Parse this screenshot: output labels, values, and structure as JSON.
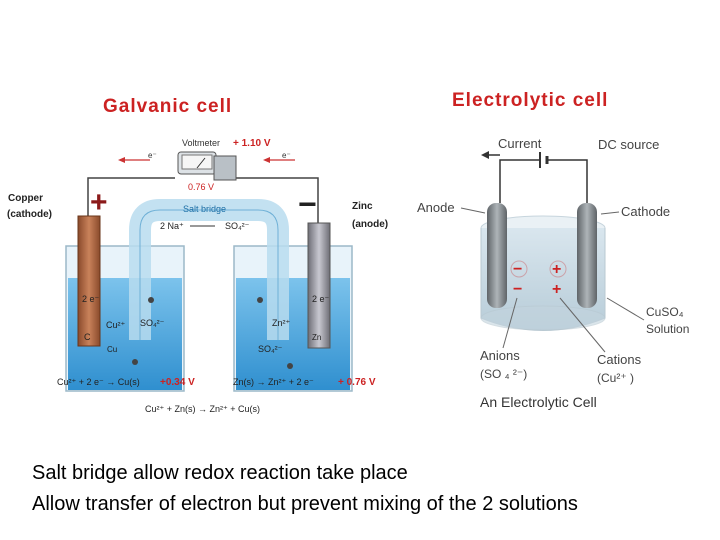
{
  "galvanic": {
    "title": "Galvanic cell",
    "voltmeter": "Voltmeter",
    "voltmeter_value": "+ 1.10 V",
    "display_reading": "0.76 V",
    "electron": "e⁻",
    "salt_bridge": "Salt bridge",
    "bridge_na": "2 Na⁺",
    "bridge_so4": "SO₄²⁻",
    "copper_label": "Copper",
    "cathode_label": "(cathode)",
    "zinc_label": "Zinc",
    "anode_label": "(anode)",
    "plus_sign": "+",
    "minus_sign": "−",
    "left_beaker": {
      "e": "2 e⁻",
      "cu": "Cu²⁺",
      "so4": "SO₄²⁻",
      "c": "C",
      "cu2": "Cu"
    },
    "right_beaker": {
      "e": "2 e⁻",
      "zn": "Zn²⁺",
      "so4": "SO₄²⁻",
      "zn_metal": "Zn"
    },
    "cathode_eq": "Cu²⁺ + 2 e⁻ → Cu(s)",
    "cathode_pot": "+0.34 V",
    "anode_eq": "Zn(s) → Zn²⁺ + 2 e⁻",
    "anode_pot": "+ 0.76 V",
    "overall_eq": "Cu²⁺ + Zn(s) → Zn²⁺ + Cu(s)"
  },
  "electrolytic": {
    "title": "Electrolytic cell",
    "current": "Current",
    "dc_source": "DC source",
    "anode": "Anode",
    "cathode": "Cathode",
    "cuso4": "CuSO₄",
    "solution": "Solution",
    "anions": "Anions",
    "anions_formula": "(SO ₄ ²⁻)",
    "cations": "Cations",
    "cations_formula": "(Cu²⁺ )",
    "caption": "An Electrolytic Cell"
  },
  "caption": {
    "line1": "Salt bridge allow redox reaction take place",
    "line2": "Allow transfer of electron but prevent mixing of the 2 solutions"
  },
  "colors": {
    "title_red": "#cc2222",
    "solution_blue": "#4aa3d8",
    "copper": "#b06a44",
    "zinc": "#9a9aa2"
  }
}
